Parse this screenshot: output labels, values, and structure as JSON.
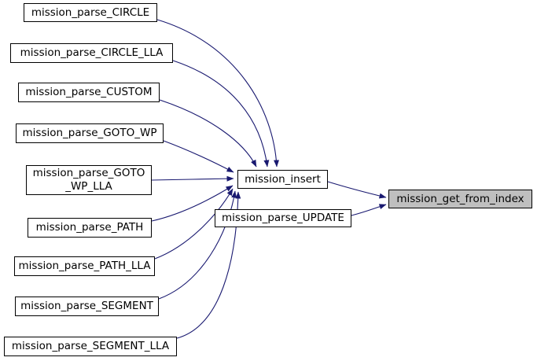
{
  "diagram": {
    "kind": "call-graph",
    "background": "#ffffff"
  },
  "colors": {
    "edge": "#191970",
    "node-border": "#000000",
    "node-fill": "#ffffff",
    "highlight-fill": "#bfbfbf",
    "text": "#000000"
  },
  "nodes": [
    {
      "id": "mission_parse_CIRCLE",
      "label": "mission_parse_CIRCLE"
    },
    {
      "id": "mission_parse_CIRCLE_LLA",
      "label": "mission_parse_CIRCLE_LLA"
    },
    {
      "id": "mission_parse_CUSTOM",
      "label": "mission_parse_CUSTOM"
    },
    {
      "id": "mission_parse_GOTO_WP",
      "label": "mission_parse_GOTO_WP"
    },
    {
      "id": "mission_parse_GOTO_WP_LLA",
      "label": "mission_parse_GOTO\n_WP_LLA"
    },
    {
      "id": "mission_parse_PATH",
      "label": "mission_parse_PATH"
    },
    {
      "id": "mission_parse_PATH_LLA",
      "label": "mission_parse_PATH_LLA"
    },
    {
      "id": "mission_parse_SEGMENT",
      "label": "mission_parse_SEGMENT"
    },
    {
      "id": "mission_parse_SEGMENT_LLA",
      "label": "mission_parse_SEGMENT_LLA"
    },
    {
      "id": "mission_insert",
      "label": "mission_insert"
    },
    {
      "id": "mission_parse_UPDATE",
      "label": "mission_parse_UPDATE"
    },
    {
      "id": "mission_get_from_index",
      "label": "mission_get_from_index",
      "highlighted": true
    }
  ],
  "edges": [
    {
      "from": "mission_parse_CIRCLE",
      "to": "mission_insert"
    },
    {
      "from": "mission_parse_CIRCLE_LLA",
      "to": "mission_insert"
    },
    {
      "from": "mission_parse_CUSTOM",
      "to": "mission_insert"
    },
    {
      "from": "mission_parse_GOTO_WP",
      "to": "mission_insert"
    },
    {
      "from": "mission_parse_GOTO_WP_LLA",
      "to": "mission_insert"
    },
    {
      "from": "mission_parse_PATH",
      "to": "mission_insert"
    },
    {
      "from": "mission_parse_PATH_LLA",
      "to": "mission_insert"
    },
    {
      "from": "mission_parse_SEGMENT",
      "to": "mission_insert"
    },
    {
      "from": "mission_parse_SEGMENT_LLA",
      "to": "mission_insert"
    },
    {
      "from": "mission_insert",
      "to": "mission_get_from_index"
    },
    {
      "from": "mission_parse_UPDATE",
      "to": "mission_get_from_index"
    }
  ]
}
